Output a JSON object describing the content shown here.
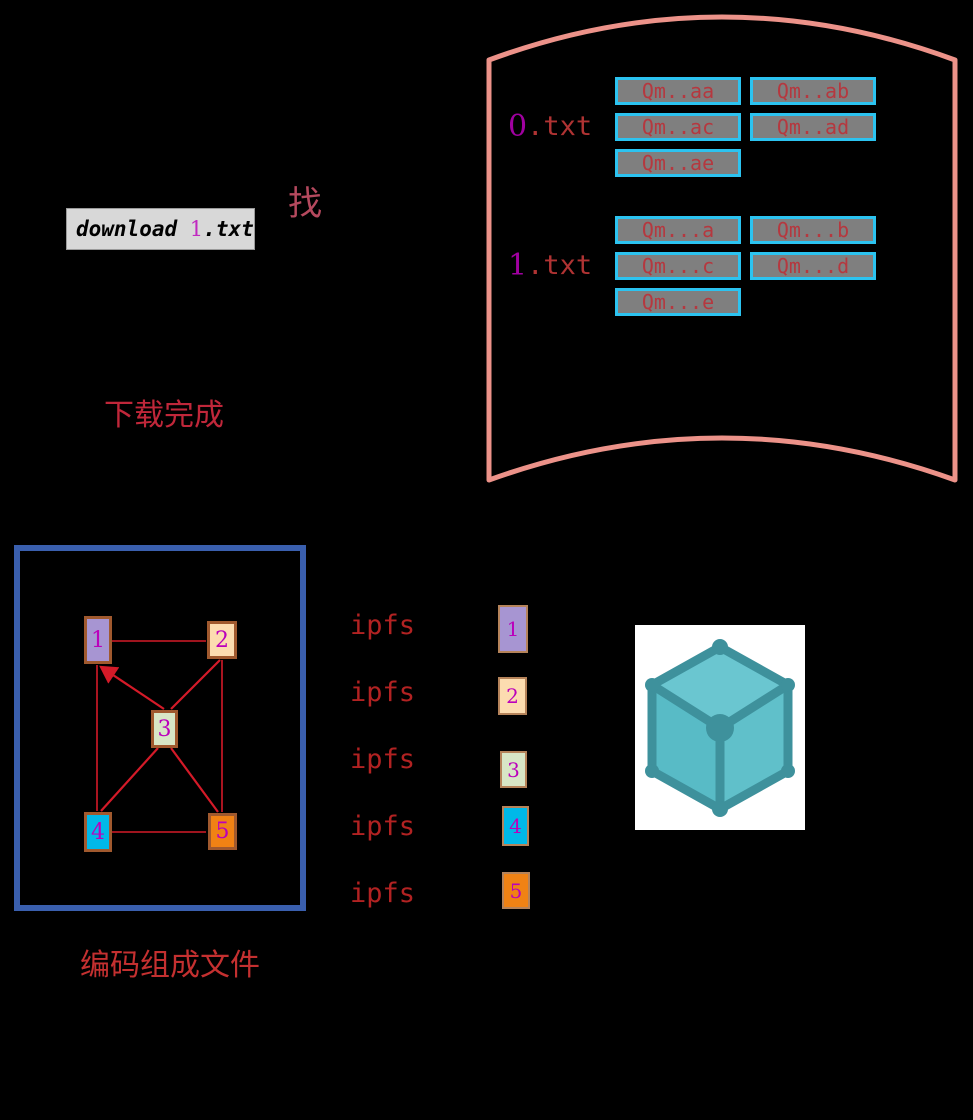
{
  "page": {
    "background": "#000000",
    "description_colors": {
      "registry_border": "#ec9289",
      "hash_chip_border": "#2cc3f0",
      "hash_chip_fill": "#7f7f7f",
      "hash_chip_text": "#b5383f",
      "graph_panel_border": "#3a5fae",
      "graph_edge": "#d41a28",
      "node_border": "#a0592e",
      "node_number": "#bb00bb",
      "cube_edge": "#3e919c",
      "cube_face": "#62c2cc"
    }
  },
  "command_box": {
    "keyword": "download ",
    "file_digit": "1",
    "file_ext": ".txt"
  },
  "annotations": {
    "find_label": "找",
    "download_done_label": "下载完成",
    "encode_label": "编码组成文件"
  },
  "hash_registry": {
    "files": [
      {
        "digit": "0",
        "ext": ".txt",
        "hashes": [
          "Qm..aa",
          "Qm..ab",
          "Qm..ac",
          "Qm..ad",
          "Qm..ae"
        ]
      },
      {
        "digit": "1",
        "ext": ".txt",
        "hashes": [
          "Qm...a",
          "Qm...b",
          "Qm...c",
          "Qm...d",
          "Qm...e"
        ]
      }
    ]
  },
  "chunk_graph": {
    "nodes": [
      {
        "id": "1",
        "fill": "#a795d2"
      },
      {
        "id": "2",
        "fill": "#fcdcb0"
      },
      {
        "id": "3",
        "fill": "#d8e6c6"
      },
      {
        "id": "4",
        "fill": "#00b8e8"
      },
      {
        "id": "5",
        "fill": "#f08214"
      }
    ],
    "edges": [
      "1-2",
      "1-3",
      "2-3",
      "1-4",
      "2-5",
      "3-4",
      "3-5",
      "4-5"
    ]
  },
  "ipfs_commands": [
    {
      "command": "ipfs",
      "chunk": "1",
      "fill": "#a795d2"
    },
    {
      "command": "ipfs",
      "chunk": "2",
      "fill": "#fcdcb0"
    },
    {
      "command": "ipfs",
      "chunk": "3",
      "fill": "#d8e6c6"
    },
    {
      "command": "ipfs",
      "chunk": "4",
      "fill": "#00b8e8"
    },
    {
      "command": "ipfs",
      "chunk": "5",
      "fill": "#f08214"
    }
  ],
  "ipfs_cube": {
    "name": "ipfs-cube-logo",
    "background": "#ffffff"
  }
}
